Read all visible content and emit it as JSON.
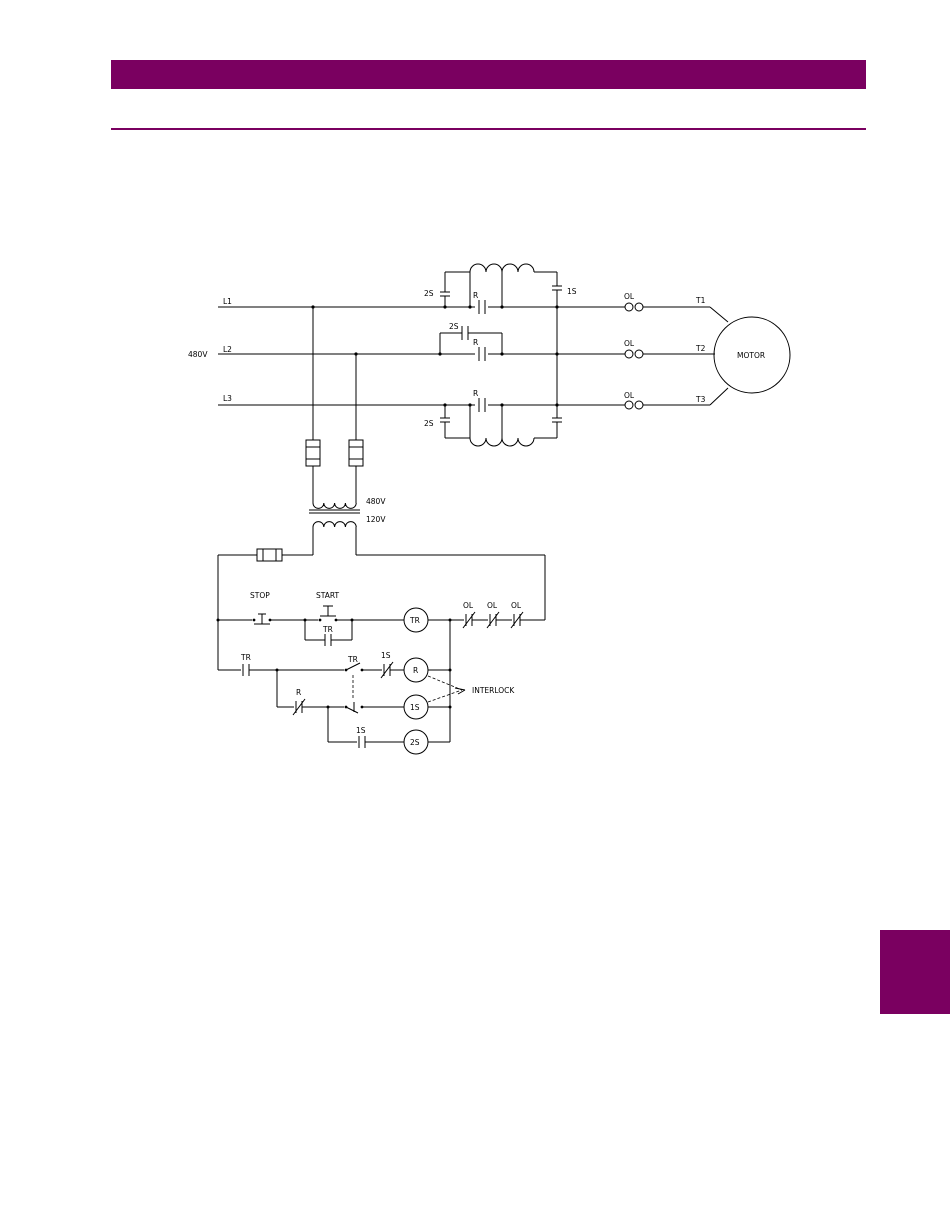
{
  "theme": {
    "brand_color": "#7a0060",
    "line_color": "#000000"
  },
  "diagram": {
    "lines": {
      "l1": "L1",
      "l2": "L2",
      "l3": "L3",
      "supply": "480V"
    },
    "terminals": {
      "t1": "T1",
      "t2": "T2",
      "t3": "T3"
    },
    "motor": "MOTOR",
    "overload": "OL",
    "contact_r": "R",
    "contact_1s": "1S",
    "contact_2s": "2S",
    "contact_tr": "TR",
    "transformer": {
      "primary": "480V",
      "secondary": "120V"
    },
    "control": {
      "stop": "STOP",
      "start": "START",
      "coil_tr": "TR",
      "coil_r": "R",
      "coil_1s": "1S",
      "coil_2s": "2S",
      "interlock": "INTERLOCK"
    }
  }
}
